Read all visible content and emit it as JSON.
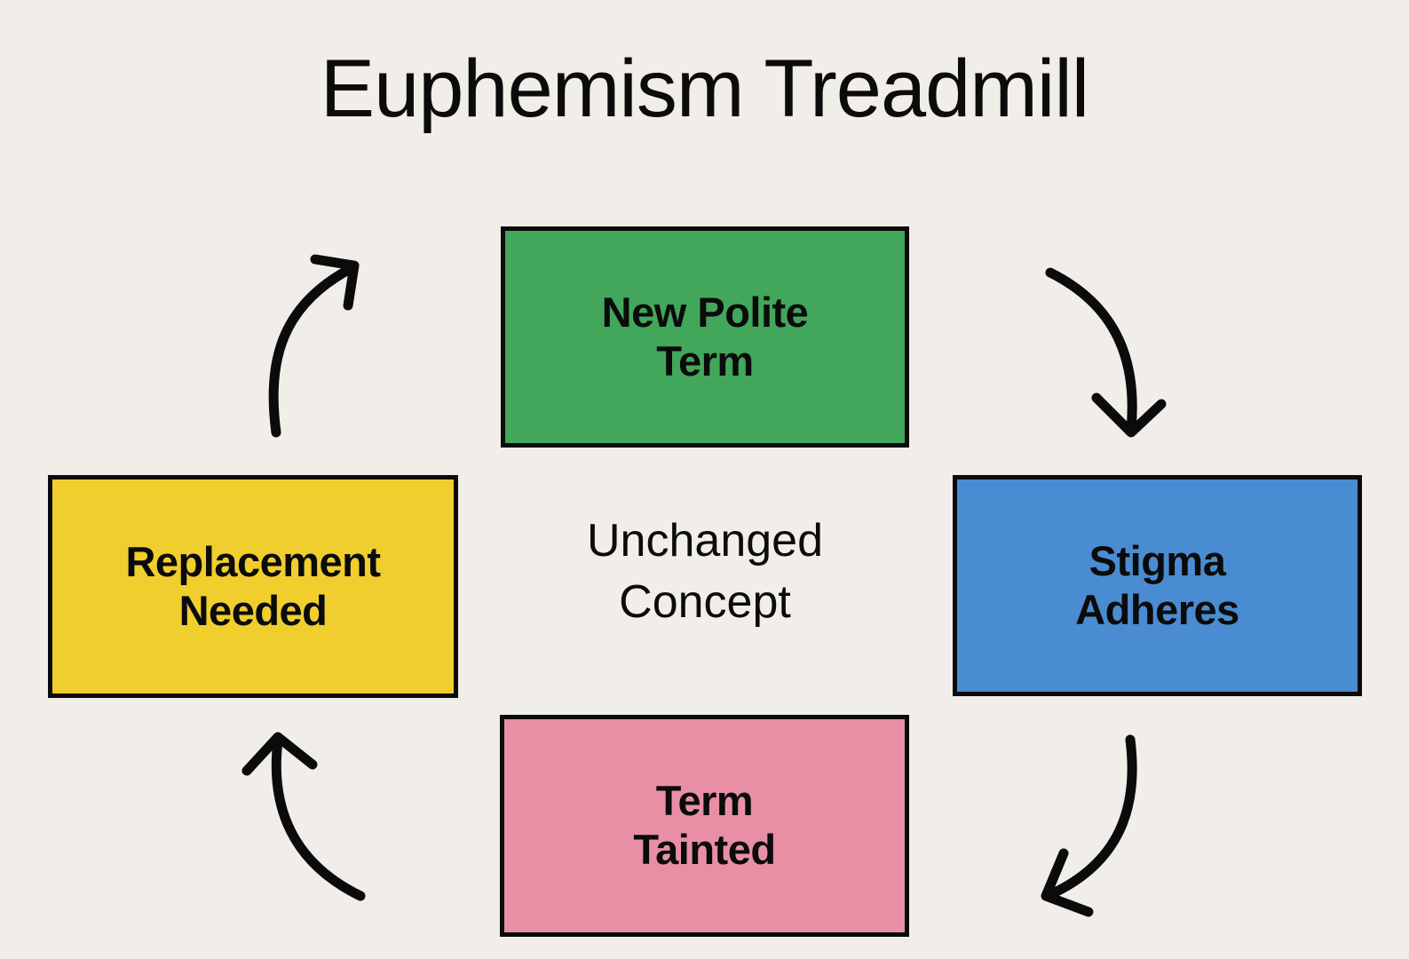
{
  "diagram": {
    "title": "Euphemism Treadmill",
    "background_color": "#F1EEE9",
    "outline_color": "#0B0B0B",
    "center_caption": "Unchanged\nConcept",
    "nodes": [
      {
        "id": "new-polite-term",
        "label": "New Polite\nTerm",
        "color": "#42A75A",
        "position": "top"
      },
      {
        "id": "stigma-adheres",
        "label": "Stigma\nAdheres",
        "color": "#4A8CD1",
        "position": "right"
      },
      {
        "id": "term-tainted",
        "label": "Term\nTainted",
        "color": "#E88FA6",
        "position": "bottom"
      },
      {
        "id": "replacement-needed",
        "label": "Replacement\nNeeded",
        "color": "#F0CE2E",
        "position": "left"
      }
    ],
    "arrows": [
      {
        "id": "top-right",
        "from": "new-polite-term",
        "to": "stigma-adheres",
        "direction": "clockwise"
      },
      {
        "id": "bottom-right",
        "from": "stigma-adheres",
        "to": "term-tainted",
        "direction": "clockwise"
      },
      {
        "id": "bottom-left",
        "from": "term-tainted",
        "to": "replacement-needed",
        "direction": "clockwise"
      },
      {
        "id": "top-left",
        "from": "replacement-needed",
        "to": "new-polite-term",
        "direction": "clockwise"
      }
    ]
  }
}
